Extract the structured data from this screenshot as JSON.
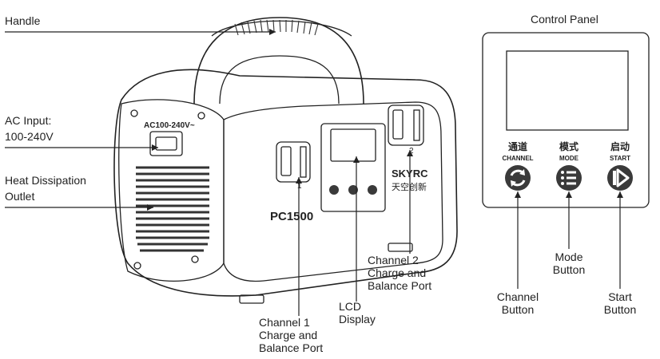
{
  "labels": {
    "handle": "Handle",
    "ac_input_1": "AC Input:",
    "ac_input_2": "100-240V",
    "heat_1": "Heat Dissipation",
    "heat_2": "Outlet",
    "ch1_1": "Channel 1",
    "ch1_2": "Charge and",
    "ch1_3": "Balance Port",
    "ch2_1": "Channel 2",
    "ch2_2": "Charge and",
    "ch2_3": "Balance Port",
    "lcd_1": "LCD",
    "lcd_2": "Display",
    "control_panel": "Control Panel",
    "mode_btn_1": "Mode",
    "mode_btn_2": "Button",
    "channel_btn_1": "Channel",
    "channel_btn_2": "Button",
    "start_btn_1": "Start",
    "start_btn_2": "Button"
  },
  "device": {
    "ac_rating": "AC100-240V~",
    "model": "PC1500",
    "brand_latin": "SKYRC",
    "brand_cn": "天空创新",
    "port1_num": "1",
    "port2_num": "2"
  },
  "panel": {
    "channel_cn": "通道",
    "channel_en": "CHANNEL",
    "mode_cn": "模式",
    "mode_en": "MODE",
    "start_cn": "启动",
    "start_en": "START"
  },
  "colors": {
    "line": "#222222",
    "body": "#ffffff",
    "grille": "#333333",
    "button_fill": "#3a3a3a"
  }
}
